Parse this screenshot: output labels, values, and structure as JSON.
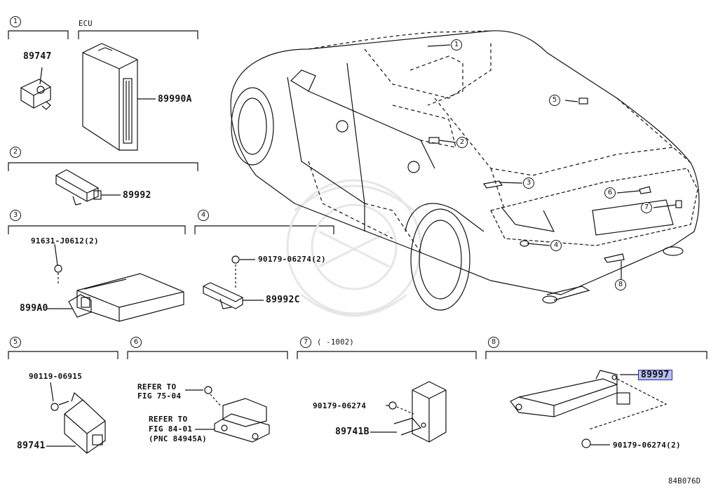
{
  "sections": [
    {
      "num": "1",
      "sub": "ECU"
    },
    {
      "num": "2"
    },
    {
      "num": "3"
    },
    {
      "num": "4"
    },
    {
      "num": "5"
    },
    {
      "num": "6"
    },
    {
      "num": "7",
      "note": "(     -1002)"
    },
    {
      "num": "8"
    }
  ],
  "parts": {
    "p89747": "89747",
    "p89990A": "89990A",
    "p89992": "89992",
    "p91631": "91631-J0612(2)",
    "p899A0": "899A0",
    "p90179_4": "90179-06274(2)",
    "p89992C": "89992C",
    "p90119": "90119-06915",
    "p89741": "89741",
    "ref75": [
      "REFER TO",
      "FIG 75-04"
    ],
    "ref84": [
      "REFER TO",
      "FIG 84-01",
      "(PNC 84945A)"
    ],
    "p90179_7": "90179-06274",
    "p89741B": "89741B",
    "p89997": "89997",
    "p90179_8": "90179-06274(2)"
  },
  "car_callouts": [
    "1",
    "2",
    "3",
    "4",
    "5",
    "6",
    "7",
    "8"
  ],
  "footer_code": "84B076D",
  "colors": {
    "line": "#111111",
    "highlight_bg": "#b9bff0",
    "highlight_border": "#2a2f8a",
    "watermark": "#e6e6e6"
  }
}
